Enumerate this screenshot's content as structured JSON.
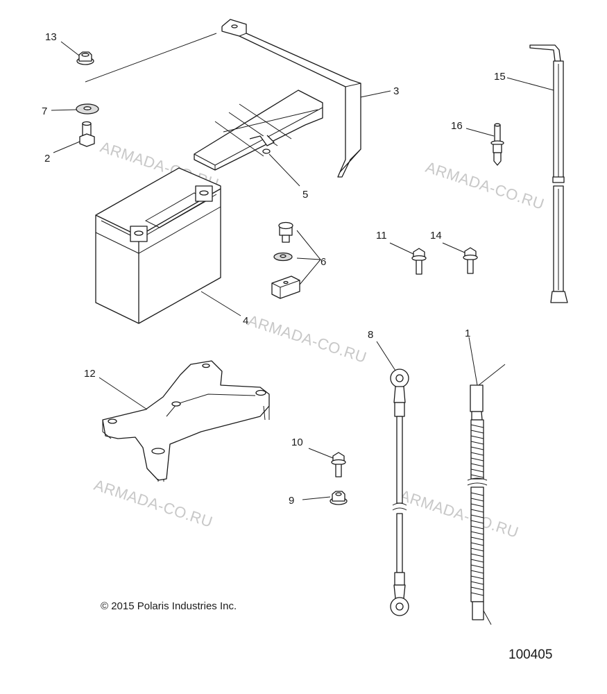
{
  "watermarks": [
    "ARMADA-CO.RU",
    "ARMADA-CO.RU",
    "ARMADA-CO.RU",
    "ARMADA-CO.RU",
    "ARMADA-CO.RU"
  ],
  "callouts": {
    "c1": "1",
    "c2": "2",
    "c3": "3",
    "c4": "4",
    "c5": "5",
    "c6": "6",
    "c7": "7",
    "c8": "8",
    "c9": "9",
    "c10": "10",
    "c11": "11",
    "c12": "12",
    "c13": "13",
    "c14": "14",
    "c15": "15",
    "c16": "16"
  },
  "copyright": "© 2015 Polaris Industries Inc.",
  "figure_number": "100405"
}
